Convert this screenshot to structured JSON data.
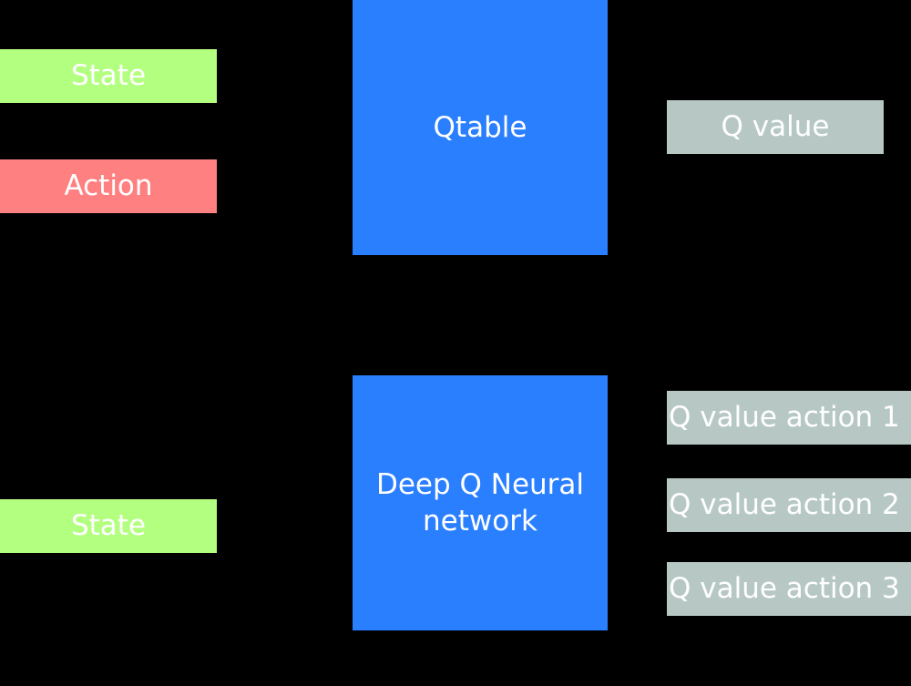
{
  "colors": {
    "background": "#000000",
    "state": "#b3ff80",
    "action": "#ff8080",
    "model": "#2a7fff",
    "output": "#b7c8c4"
  },
  "qtable_section": {
    "inputs": {
      "state": "State",
      "action": "Action"
    },
    "model": "Qtable",
    "output": "Q value"
  },
  "dqn_section": {
    "input": "State",
    "model_line1": "Deep Q Neural",
    "model_line2": "network",
    "outputs": [
      "Q value action 1",
      "Q value action 2",
      "Q value action 3"
    ]
  }
}
